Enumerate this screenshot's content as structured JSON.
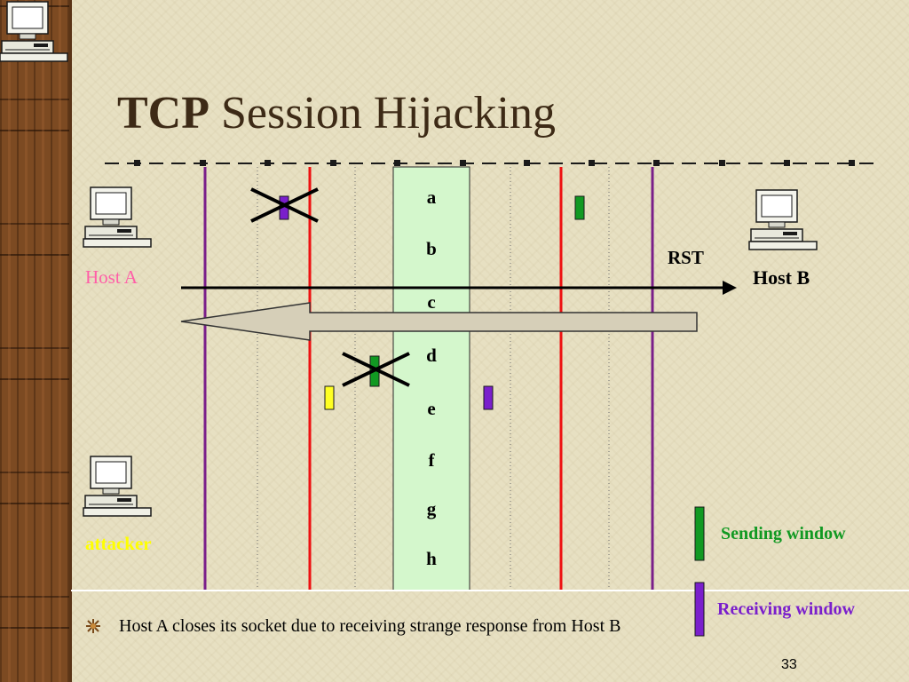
{
  "title": {
    "bold": "TCP",
    "rest": "Session Hijacking"
  },
  "hosts": {
    "host_a": "Host A",
    "host_b": "Host B",
    "attacker": "attacker"
  },
  "arrow_label": "RST",
  "sequence": [
    "a",
    "b",
    "c",
    "d",
    "e",
    "f",
    "g",
    "h"
  ],
  "legend": {
    "sending": "Sending window",
    "receiving": "Receiving window"
  },
  "bullet": "Host A closes its socket due to receiving strange response from Host B",
  "page_number": "33",
  "colors": {
    "sending_window": "#119922",
    "receiving_window": "#7a1fcc",
    "host_a_label": "#ff5fa8",
    "attacker_label": "#ffff00",
    "boundary_red": "#ee1111",
    "boundary_purple": "#7a1f8a",
    "data_column": "#d4f7cc"
  },
  "icons": [
    "computer-icon",
    "bullet-star-icon",
    "cross-icon"
  ]
}
